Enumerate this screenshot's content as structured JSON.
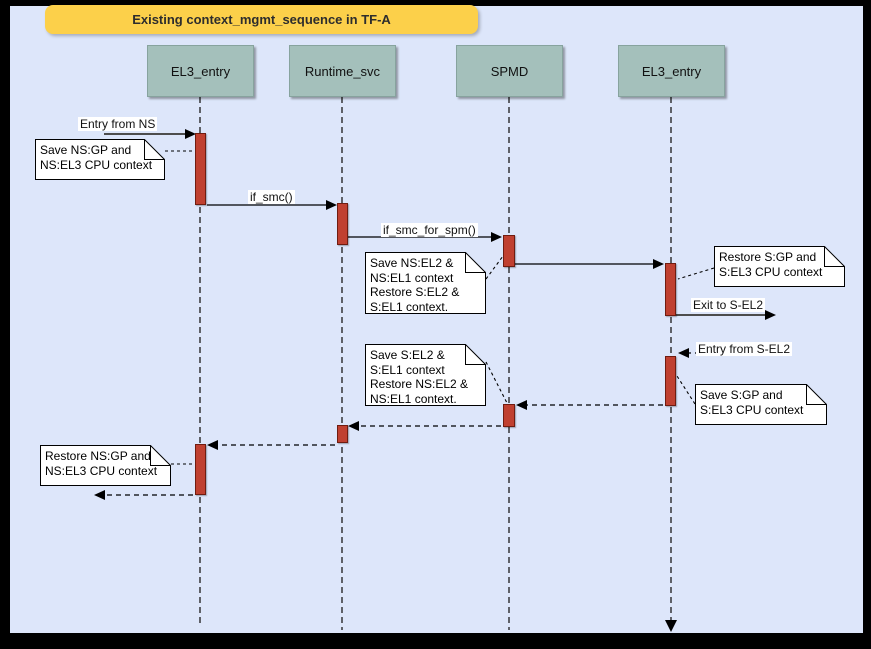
{
  "title": "Existing context_mgmt_sequence in TF-A",
  "lifelines": [
    {
      "name": "EL3_entry"
    },
    {
      "name": "Runtime_svc"
    },
    {
      "name": "SPMD"
    },
    {
      "name": "EL3_entry"
    }
  ],
  "messages": [
    {
      "label": "Entry from NS",
      "from": "NS",
      "to": "EL3_entry",
      "style": "solid"
    },
    {
      "label": "if_smc()",
      "from": "EL3_entry",
      "to": "Runtime_svc",
      "style": "solid"
    },
    {
      "label": "if_smc_for_spm()",
      "from": "Runtime_svc",
      "to": "SPMD",
      "style": "solid"
    },
    {
      "label": "",
      "from": "SPMD",
      "to": "EL3_entry",
      "style": "solid"
    },
    {
      "label": "Exit to S-EL2",
      "from": "EL3_entry",
      "to": "S-EL2",
      "style": "solid"
    },
    {
      "label": "Entry from S-EL2",
      "from": "S-EL2",
      "to": "EL3_entry",
      "style": "dashed"
    },
    {
      "label": "",
      "from": "EL3_entry",
      "to": "SPMD",
      "style": "dashed"
    },
    {
      "label": "",
      "from": "SPMD",
      "to": "Runtime_svc",
      "style": "dashed"
    },
    {
      "label": "",
      "from": "Runtime_svc",
      "to": "EL3_entry",
      "style": "dashed"
    },
    {
      "label": "",
      "from": "EL3_entry",
      "to": "NS",
      "style": "dashed"
    }
  ],
  "notes": [
    {
      "text": "Save NS:GP and\nNS:EL3 CPU context"
    },
    {
      "text": "Save NS:EL2 &\nNS:EL1 context\nRestore S:EL2 &\nS:EL1 context."
    },
    {
      "text": "Restore S:GP and\nS:EL3 CPU context"
    },
    {
      "text": "Save S:EL2 &\nS:EL1 context\nRestore NS:EL2 &\nNS:EL1 context."
    },
    {
      "text": "Save S:GP and\nS:EL3 CPU context"
    },
    {
      "text": "Restore NS:GP and\nNS:EL3 CPU context"
    }
  ],
  "colors": {
    "frame": "#000000",
    "canvas_bg": "#dde6fa",
    "title_bg": "#fcd04a",
    "lifeline_head_bg": "#a4c0bb",
    "activation_fill": "#c04030",
    "activation_border": "#701c10",
    "note_bg": "#ffffff"
  }
}
